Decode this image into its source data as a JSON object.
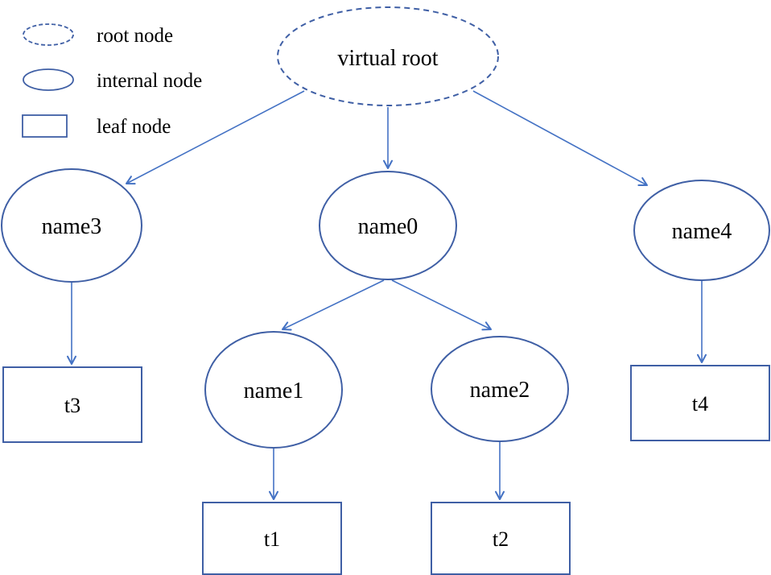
{
  "diagram": {
    "legend": {
      "root": "root node",
      "internal": "internal node",
      "leaf": "leaf node"
    },
    "nodes": {
      "virtual_root": "virtual root",
      "name0": "name0",
      "name1": "name1",
      "name2": "name2",
      "name3": "name3",
      "name4": "name4",
      "t1": "t1",
      "t2": "t2",
      "t3": "t3",
      "t4": "t4"
    },
    "edges": [
      {
        "from": "virtual root",
        "to": "name3"
      },
      {
        "from": "virtual root",
        "to": "name0"
      },
      {
        "from": "virtual root",
        "to": "name4"
      },
      {
        "from": "name0",
        "to": "name1"
      },
      {
        "from": "name0",
        "to": "name2"
      },
      {
        "from": "name3",
        "to": "t3"
      },
      {
        "from": "name1",
        "to": "t1"
      },
      {
        "from": "name2",
        "to": "t2"
      },
      {
        "from": "name4",
        "to": "t4"
      }
    ],
    "colors": {
      "node_stroke": "#3f5fa5",
      "edge": "#4472c4",
      "text": "#000000",
      "background": "#ffffff"
    }
  }
}
